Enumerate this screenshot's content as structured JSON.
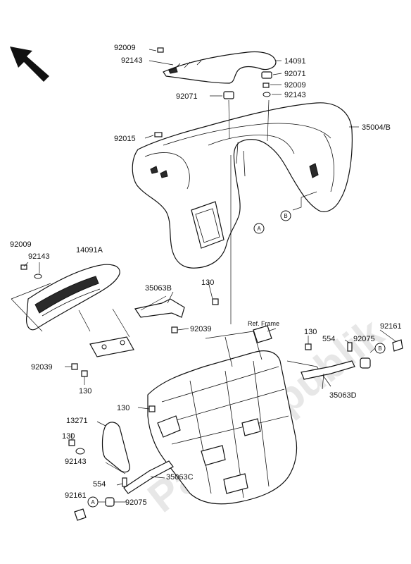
{
  "watermark": "PartsRepublik",
  "reference_note": "Ref. Frame",
  "markers": {
    "a": "A",
    "b": "B"
  },
  "part_numbers": {
    "p92009_top": "92009",
    "p92143_top": "92143",
    "p14091": "14091",
    "p92071_right": "92071",
    "p92009_right": "92009",
    "p92143_right": "92143",
    "p92071_left": "92071",
    "p35004B": "35004/B",
    "p92015": "92015",
    "p92009_left": "92009",
    "p92143_left": "92143",
    "p14091A": "14091A",
    "p35063B": "35063B",
    "p130_upper": "130",
    "p92039_right": "92039",
    "p92039_left": "92039",
    "p130_left": "130",
    "p130_mid": "130",
    "p13271": "13271",
    "p130_low": "130",
    "p92143_low": "92143",
    "p554_low": "554",
    "p35063C": "35063C",
    "p92161_low": "92161",
    "p92075_low": "92075",
    "p130_right": "130",
    "p92161_right": "92161",
    "p92075_right": "92075",
    "p554_right": "554",
    "p35063D": "35063D"
  }
}
